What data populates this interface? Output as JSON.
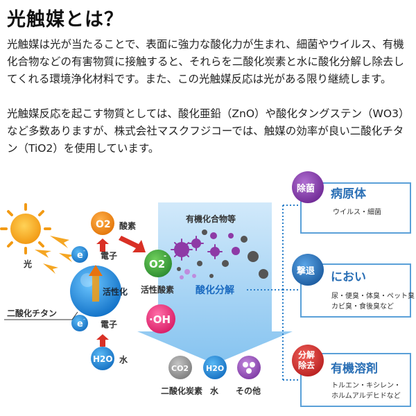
{
  "title": "光触媒とは？",
  "paragraphs": [
    "光触媒は光が当たることで、表面に強力な酸化力が生まれ、細菌やウイルス、有機化合物などの有害物質に接触すると、それらを二酸化炭素と水に酸化分解し除去してくれる環境浄化材料です。また、この光触媒反応は光がある限り継続します。",
    "光触媒反応を起こす物質としては、酸化亜鉛（ZnO）や酸化タングステン（WO3）など多数ありますが、株式会社マスクフジコーでは、触媒の効率が良い二酸化チタン（TiO2）を使用しています。"
  ],
  "diagram": {
    "light_label": "光",
    "electron_symbol": "e",
    "electron_sup": "-",
    "electron_label": "電子",
    "activation_label": "活性化",
    "tio2_label": "二酸化チタン",
    "o2_symbol": "O2",
    "o2_label": "酸素",
    "h2o_symbol": "H2O",
    "h2o_label": "水",
    "superoxide_symbol": "O2",
    "superoxide_sup": "-",
    "active_oxygen_label": "活性酸素",
    "oh_symbol": "·OH",
    "organic_label": "有機化合物等",
    "decomp_label": "酸化分解",
    "products": [
      {
        "symbol": "CO2",
        "label": "二酸化炭素",
        "color": "#9a9a9a"
      },
      {
        "symbol": "H2O",
        "label": "水",
        "color": "#2a8fd9"
      },
      {
        "symbol": "",
        "label": "その他",
        "color": "#9b59b6"
      }
    ],
    "targets": [
      {
        "badge": "除菌",
        "title": "病原体",
        "desc1": "ウイルス・細菌",
        "desc2": "",
        "color": "#8e44ad"
      },
      {
        "badge": "撃退",
        "title": "におい",
        "desc1": "尿・便臭・体臭・ペット臭・",
        "desc2": "カビ臭・食後臭など",
        "color": "#2a6fb5"
      },
      {
        "badge": "分解除去",
        "badge1": "分解",
        "badge2": "除去",
        "title": "有機溶剤",
        "desc1": "トルエン・キシレン・",
        "desc2": "ホルムアルデヒドなど",
        "color": "#d63a3a"
      }
    ],
    "colors": {
      "blue": "#1a7fd4",
      "orange": "#f08c1e",
      "green": "#3aa24a",
      "pink": "#e8307a",
      "purple": "#8e44ad",
      "frame": "#5aa0d8"
    }
  }
}
